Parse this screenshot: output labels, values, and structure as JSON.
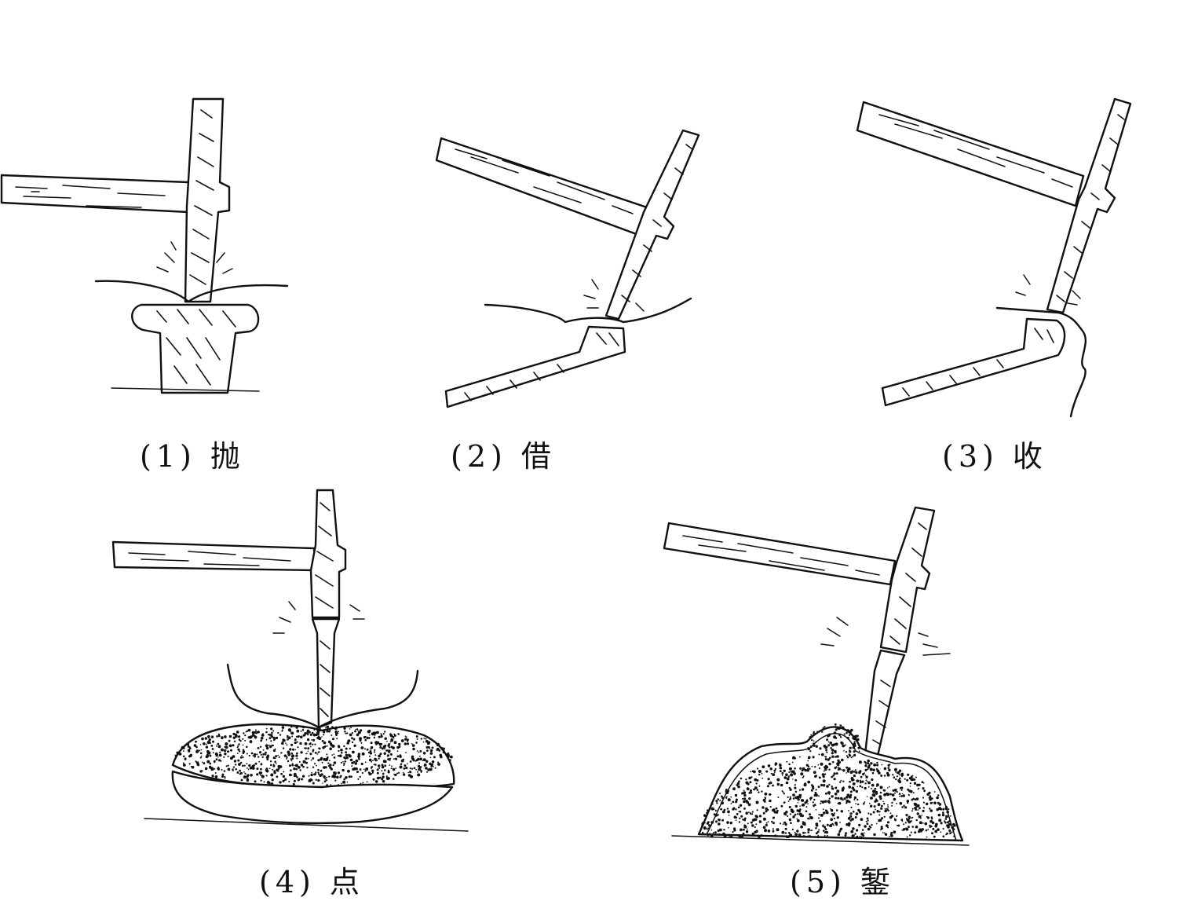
{
  "figure": {
    "panels": [
      {
        "id": "1",
        "caption": "(1) 抛"
      },
      {
        "id": "2",
        "caption": "(2) 借"
      },
      {
        "id": "3",
        "caption": "(3) 收"
      },
      {
        "id": "4",
        "caption": "(4) 点"
      },
      {
        "id": "5",
        "caption": "(5) 錾"
      }
    ]
  }
}
